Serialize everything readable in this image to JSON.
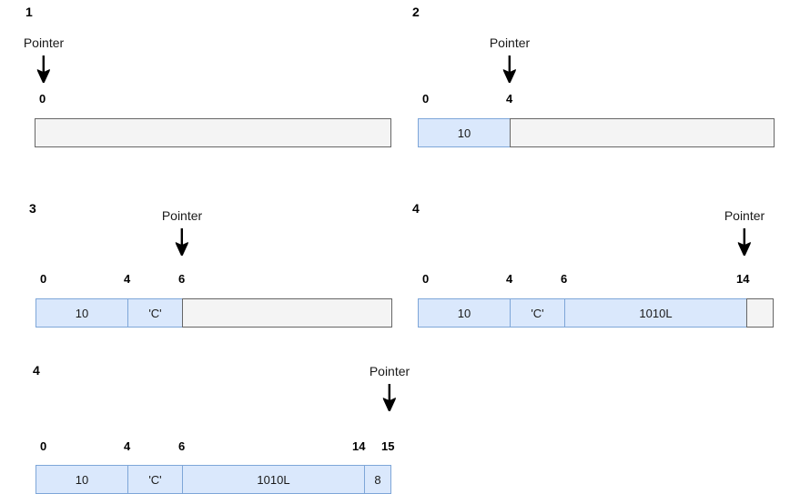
{
  "diagram": {
    "pointer_label": "Pointer",
    "colors": {
      "filled_fill": "#dae8fc",
      "filled_border": "#7ea6d8",
      "empty_fill": "#f4f4f4",
      "empty_border": "#666666",
      "text": "#1a1a1a"
    },
    "panels": [
      {
        "number": "1",
        "pointer_label": "Pointer",
        "index_labels": [
          "0"
        ],
        "cells": [
          {
            "value": "",
            "state": "empty"
          }
        ]
      },
      {
        "number": "2",
        "pointer_label": "Pointer",
        "index_labels": [
          "0",
          "4"
        ],
        "cells": [
          {
            "value": "10",
            "state": "filled"
          },
          {
            "value": "",
            "state": "empty"
          }
        ]
      },
      {
        "number": "3",
        "pointer_label": "Pointer",
        "index_labels": [
          "0",
          "4",
          "6"
        ],
        "cells": [
          {
            "value": "10",
            "state": "filled"
          },
          {
            "value": "'C'",
            "state": "filled"
          },
          {
            "value": "",
            "state": "empty"
          }
        ]
      },
      {
        "number": "4",
        "pointer_label": "Pointer",
        "index_labels": [
          "0",
          "4",
          "6",
          "14"
        ],
        "cells": [
          {
            "value": "10",
            "state": "filled"
          },
          {
            "value": "'C'",
            "state": "filled"
          },
          {
            "value": "1010L",
            "state": "filled"
          },
          {
            "value": "",
            "state": "empty"
          }
        ]
      },
      {
        "number": "4",
        "pointer_label": "Pointer",
        "index_labels": [
          "0",
          "4",
          "6",
          "14",
          "15"
        ],
        "cells": [
          {
            "value": "10",
            "state": "filled"
          },
          {
            "value": "'C'",
            "state": "filled"
          },
          {
            "value": "1010L",
            "state": "filled"
          },
          {
            "value": "8",
            "state": "filled"
          }
        ]
      }
    ]
  }
}
